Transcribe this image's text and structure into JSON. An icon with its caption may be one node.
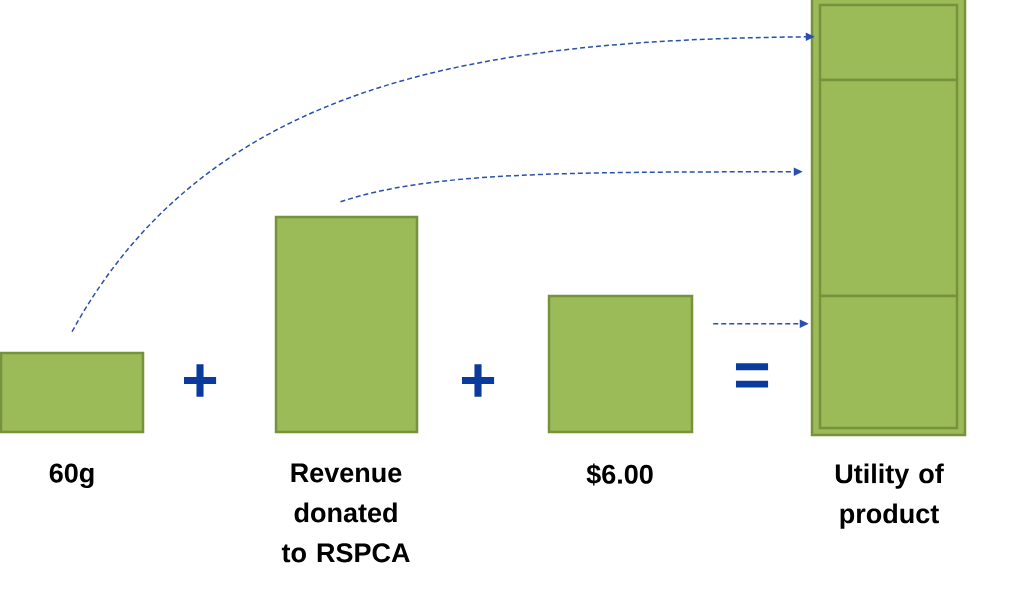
{
  "diagram": {
    "nodes": [
      {
        "text": [
          "60g"
        ]
      },
      {
        "text": [
          "Revenue donated to RSPCA"
        ]
      },
      {
        "text": [
          "$6.00"
        ]
      },
      {
        "text": [
          "Utility of product"
        ]
      },
      {
        "text": [],
        "shape": "box",
        "in": 3
      },
      {
        "text": [],
        "shape": "box",
        "in": 3
      },
      {
        "text": [],
        "shape": "box",
        "in": 3
      }
    ],
    "edges": [
      {
        "from": 0,
        "to": 4,
        "arrow": "to",
        "style": "dashed"
      },
      {
        "from": 1,
        "to": 5,
        "arrow": "to",
        "style": "dashed"
      },
      {
        "from": 2,
        "to": 6,
        "arrow": "to",
        "style": "dashed"
      }
    ],
    "labels": [
      "+",
      "+",
      "="
    ]
  }
}
